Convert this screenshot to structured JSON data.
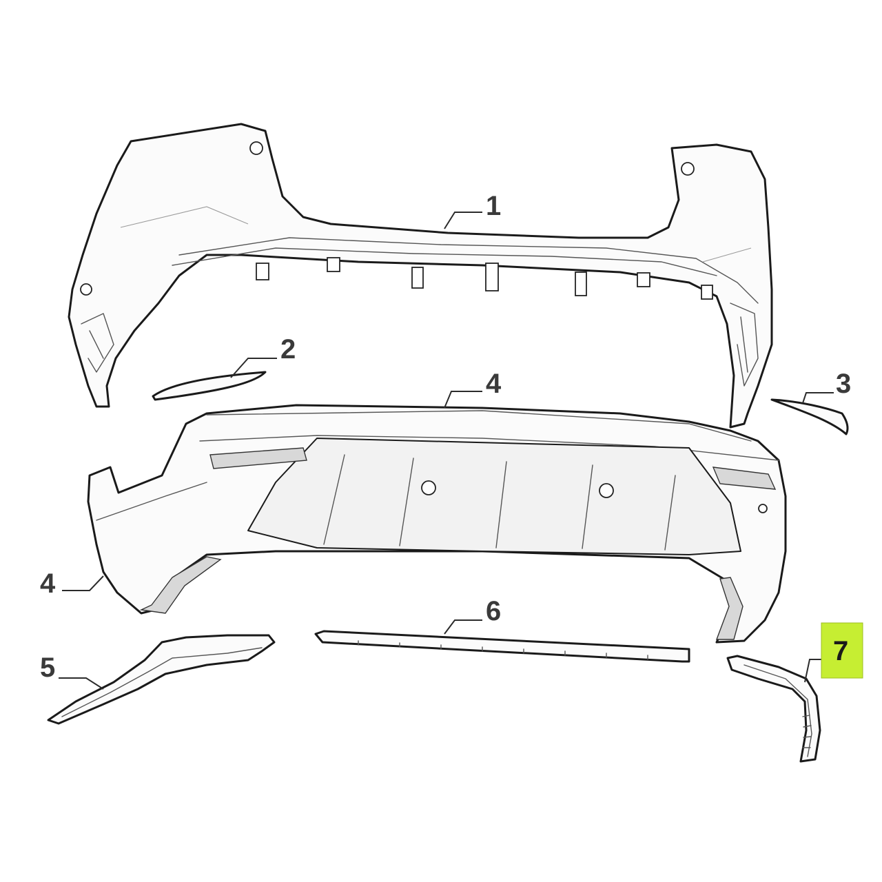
{
  "callouts": {
    "c1": "1",
    "c2": "2",
    "c3": "3",
    "c4a": "4",
    "c4b": "4",
    "c5": "5",
    "c6": "6",
    "c7": "7"
  },
  "highlighted_part": "7",
  "colors": {
    "highlight": "#c6ee32",
    "line": "#1a1a1a",
    "label": "#3a3a3a",
    "background": "#ffffff"
  }
}
